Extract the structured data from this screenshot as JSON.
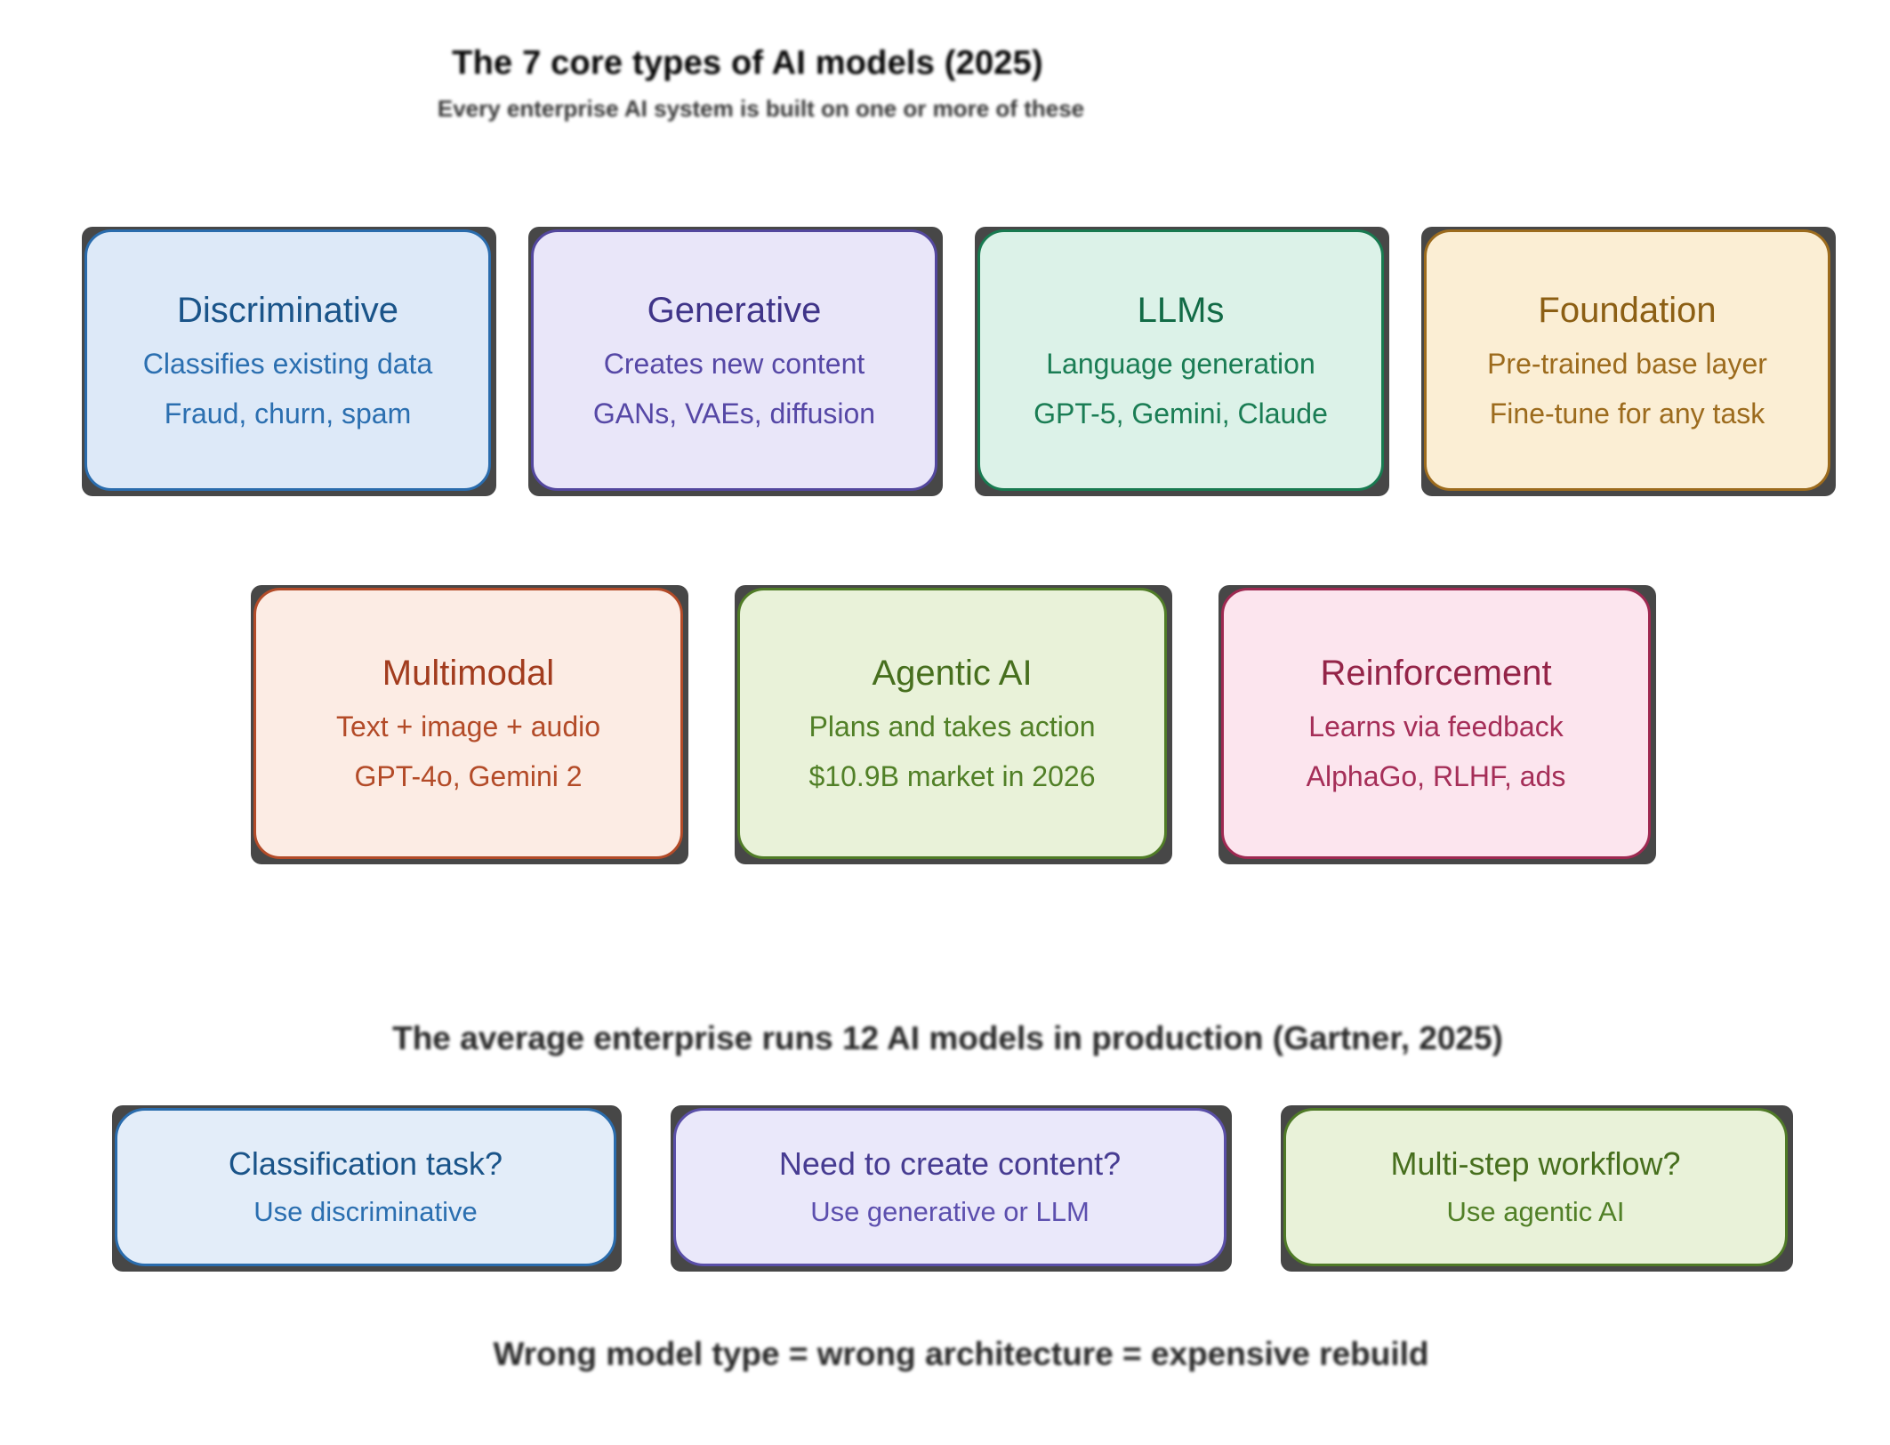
{
  "header": {
    "title": "The 7 core types of AI models (2025)",
    "subtitle": "Every enterprise AI system is built on one or more of these"
  },
  "model_boxes": [
    {
      "id": "discriminative",
      "title": "Discriminative",
      "line1": "Classifies existing data",
      "line2": "Fraud, churn, spam",
      "colors": {
        "bg": "#dde9f8",
        "border": "#2a6cad",
        "title": "#1a5489",
        "body": "#2b6fb0"
      }
    },
    {
      "id": "generative",
      "title": "Generative",
      "line1": "Creates new content",
      "line2": "GANs, VAEs, diffusion",
      "colors": {
        "bg": "#e9e6f9",
        "border": "#53479e",
        "title": "#3f3488",
        "body": "#5648a6"
      }
    },
    {
      "id": "llms",
      "title": "LLMs",
      "line1": "Language generation",
      "line2": "GPT-5, Gemini, Claude",
      "colors": {
        "bg": "#dcf2e8",
        "border": "#187a50",
        "title": "#126b46",
        "body": "#1a7d54"
      }
    },
    {
      "id": "foundation",
      "title": "Foundation",
      "line1": "Pre-trained base layer",
      "line2": "Fine-tune for any task",
      "colors": {
        "bg": "#fbeed4",
        "border": "#9c6b1d",
        "title": "#8c5f14",
        "body": "#9c6b1d"
      }
    },
    {
      "id": "multimodal",
      "title": "Multimodal",
      "line1": "Text + image + audio",
      "line2": "GPT-4o, Gemini 2",
      "colors": {
        "bg": "#fcece4",
        "border": "#b34b28",
        "title": "#a23c1e",
        "body": "#b34b28"
      }
    },
    {
      "id": "agentic-ai",
      "title": "Agentic AI",
      "line1": "Plans and takes action",
      "line2": "$10.9B market in 2026",
      "colors": {
        "bg": "#e9f2d9",
        "border": "#507c27",
        "title": "#476f1e",
        "body": "#518027"
      }
    },
    {
      "id": "reinforcement",
      "title": "Reinforcement",
      "line1": "Learns via feedback",
      "line2": "AlphaGo, RLHF, ads",
      "colors": {
        "bg": "#fce5ee",
        "border": "#9e2951",
        "title": "#942448",
        "body": "#a52e58"
      }
    }
  ],
  "mid_note": "The average enterprise runs 12 AI models in production (Gartner, 2025)",
  "decision_boxes": [
    {
      "id": "classification-task",
      "question": "Classification task?",
      "answer": "Use discriminative",
      "colors": {
        "bg": "#e3edf9",
        "border": "#2a6cad",
        "title": "#1a5489",
        "body": "#2b6fb0"
      }
    },
    {
      "id": "create-content",
      "question": "Need to create content?",
      "answer": "Use generative or LLM",
      "colors": {
        "bg": "#eae8fa",
        "border": "#5a4fa8",
        "title": "#473c92",
        "body": "#5c4fae"
      }
    },
    {
      "id": "multi-step-workflow",
      "question": "Multi-step workflow?",
      "answer": "Use agentic AI",
      "colors": {
        "bg": "#e9f2d9",
        "border": "#4f7a27",
        "title": "#476f1e",
        "body": "#518027"
      }
    }
  ],
  "footer_note": "Wrong model type = wrong architecture = expensive rebuild"
}
